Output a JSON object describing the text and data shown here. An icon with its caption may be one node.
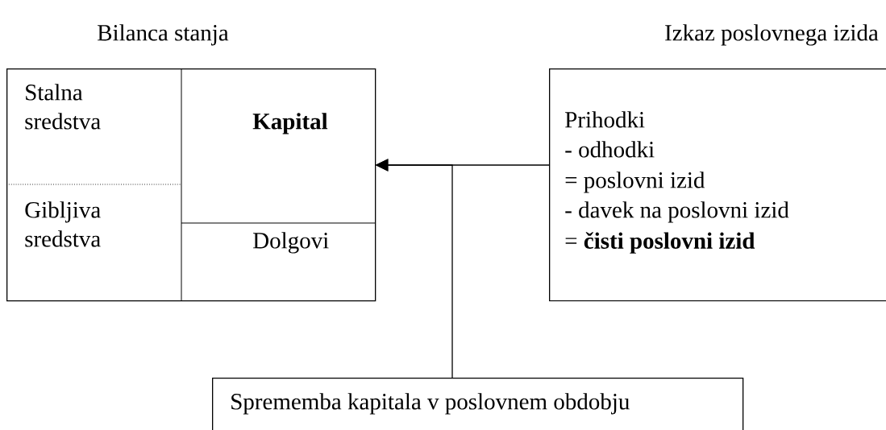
{
  "diagram": {
    "nodes": [
      {
        "text": [
          "Bilanca stanja"
        ]
      },
      {
        "text": [
          "Stalna sredstva"
        ],
        "in": 0
      },
      {
        "text": [
          "Gibljiva sredstva"
        ],
        "in": 0
      },
      {
        "text": [
          "**Kapital**"
        ],
        "in": 0
      },
      {
        "text": [
          "Dolgovi"
        ],
        "in": 0
      },
      {
        "text": [
          "Izkaz poslovnega izida",
          "Prihodki",
          "- odhodki",
          "= poslovni izid",
          "- davek na poslovni izid",
          "= **čisti poslovni izid**"
        ]
      },
      {
        "text": [
          "Sprememba kapitala v poslovnem obdobju"
        ]
      }
    ],
    "edges": [
      {
        "from": 5,
        "to": 3,
        "arrow": "to"
      },
      {
        "from": 6,
        "to": 3,
        "arrow": "to"
      }
    ]
  }
}
